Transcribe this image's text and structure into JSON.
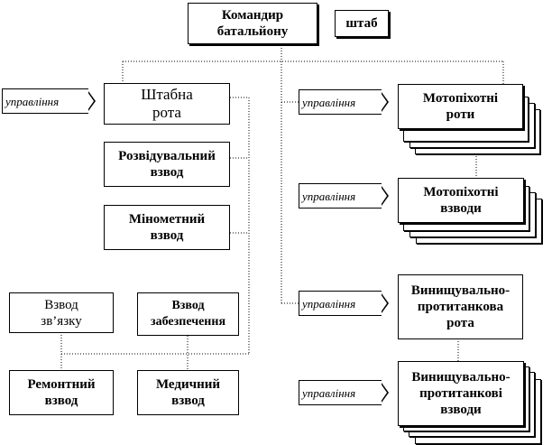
{
  "diagram": {
    "commander": "Командир\nбатальйону",
    "staff": "штаб",
    "management_label": "управління",
    "hq_company": "Штабна\nрота",
    "recon_platoon": "Розвідувальний\nвзвод",
    "mortar_platoon": "Мінометний\nвзвод",
    "signal_platoon": "Взвод\nзв’язку",
    "supply_platoon": "Взвод\nзабезпечення",
    "repair_platoon": "Ремонтний\nвзвод",
    "medical_platoon": "Медичний\nвзвод",
    "motor_rifle_companies": "Мотопіхотні\nроти",
    "motor_rifle_platoons": "Мотопіхотні\nвзводи",
    "antitank_company": "Винищувально-\nпротитанкова\nрота",
    "antitank_platoons": "Винищувально-\nпротитанкові\nвзводи"
  }
}
